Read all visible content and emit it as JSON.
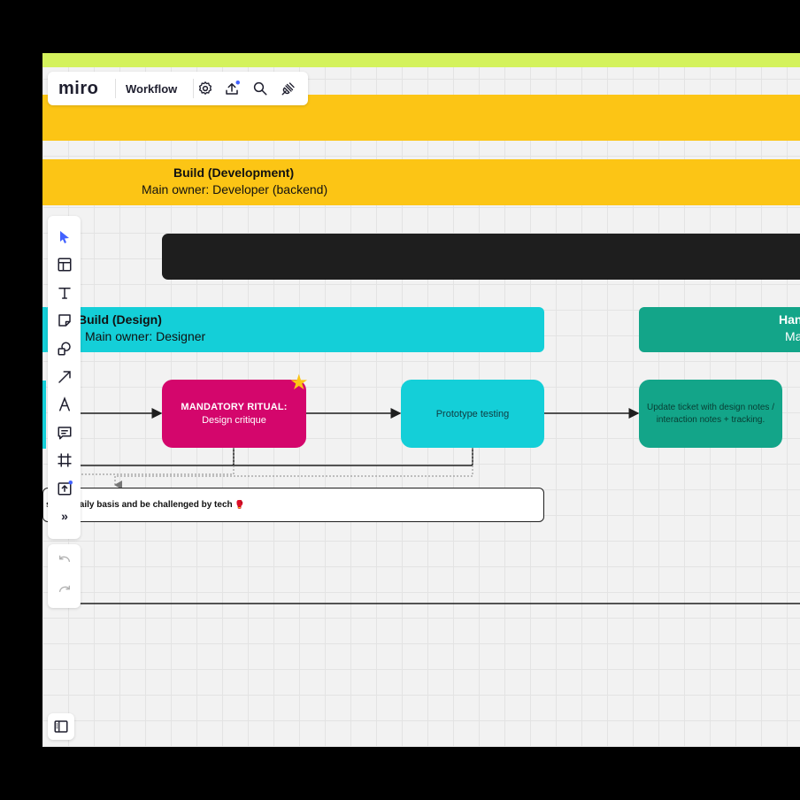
{
  "app": {
    "logo": "miro",
    "board_name": "Workflow"
  },
  "colors": {
    "accent_green": "#d4f25c",
    "yellow": "#fcc515",
    "cyan": "#14cfd8",
    "teal": "#13a589",
    "magenta": "#d4066c",
    "dark": "#1e1e1e",
    "notification": "#4262ff"
  },
  "toolbar": {
    "icons": [
      "settings-icon",
      "upload-icon",
      "search-icon",
      "plug-icon"
    ]
  },
  "vertical_toolbar": {
    "tools": [
      "select-cursor-icon",
      "templates-icon",
      "text-icon",
      "sticky-note-icon",
      "shapes-icon",
      "arrow-line-icon",
      "pen-icon",
      "comment-icon",
      "frame-icon",
      "upload-icon",
      "more-tools-icon"
    ],
    "more_label": "»"
  },
  "undo_redo": [
    "undo-icon",
    "redo-icon"
  ],
  "board": {
    "build_dev": {
      "title": "Build (Development)",
      "subtitle": "Main owner: Developer (backend)"
    },
    "build_design": {
      "title": "Build (Design)",
      "subtitle": "Main owner: Designer"
    },
    "handoff_lane": {
      "title": "Han",
      "subtitle": "Ma"
    },
    "nodes": {
      "ritual": {
        "title": "MANDATORY RITUAL:",
        "subtitle": "Design critique"
      },
      "prototype": {
        "label": "Prototype testing"
      },
      "update_ticket": {
        "label": "Update ticket with design notes / interaction notes + tracking."
      }
    },
    "note": {
      "text": "s on a daily basis and be challenged by tech",
      "emoji": "🥊"
    }
  }
}
